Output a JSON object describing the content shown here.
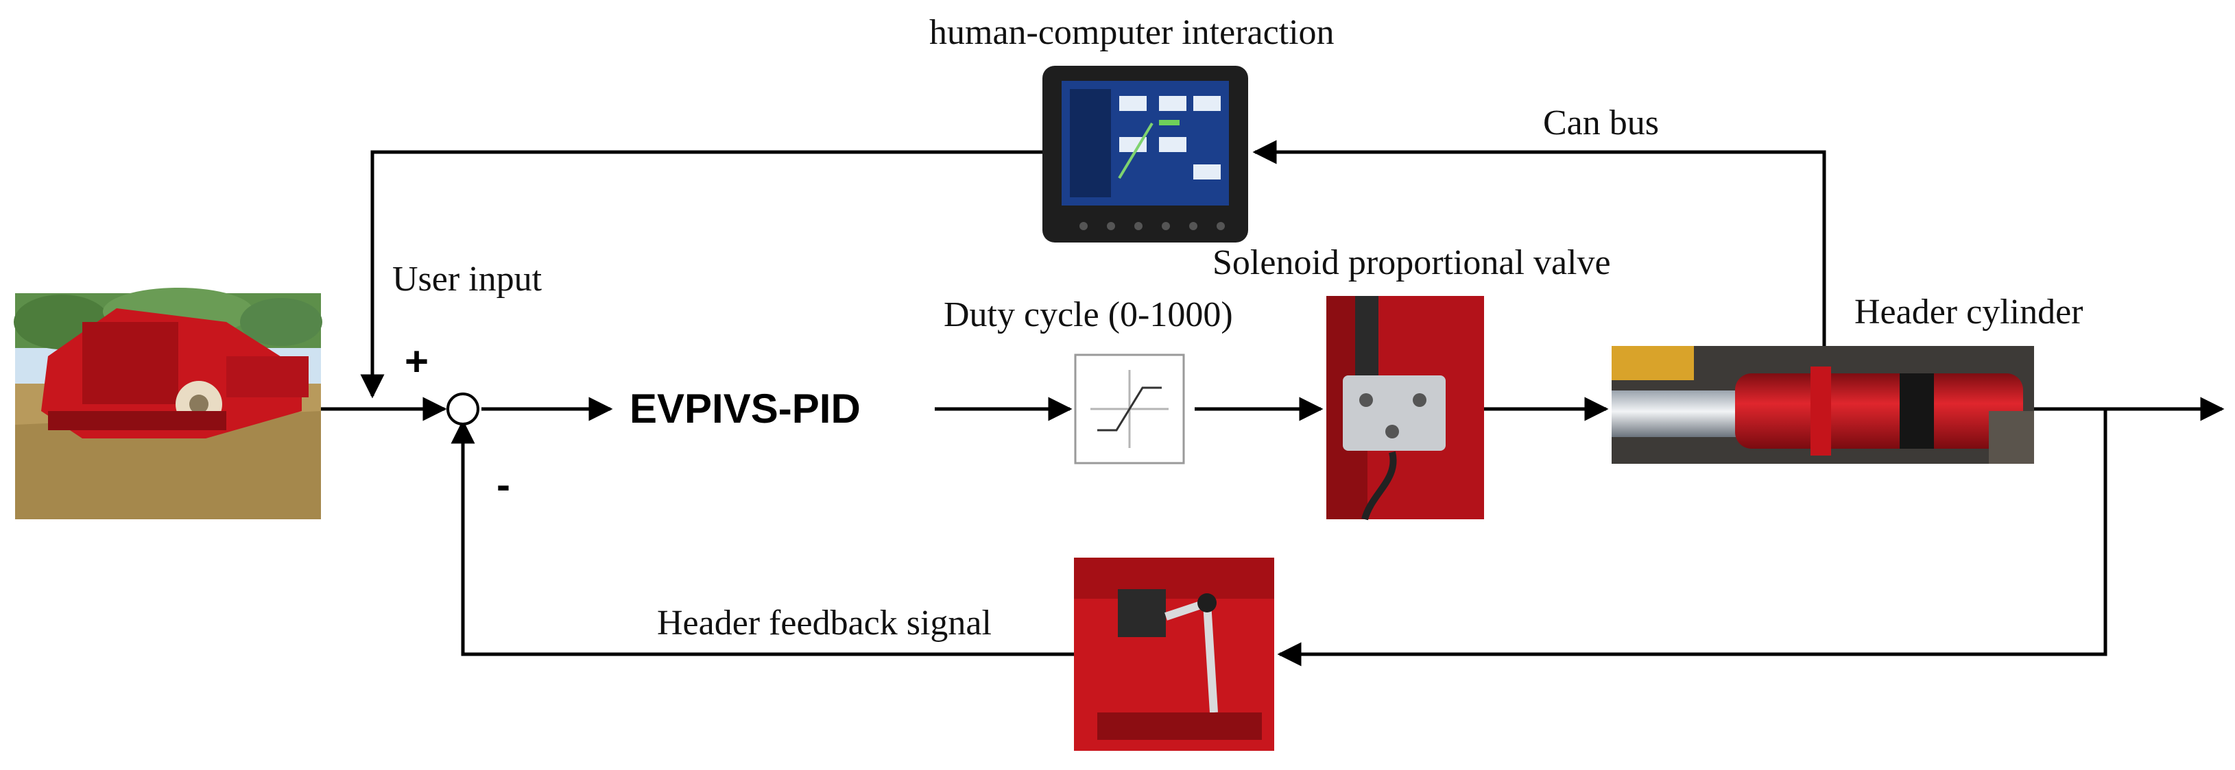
{
  "labels": {
    "hci": "human-computer interaction",
    "can_bus": "Can bus",
    "user_input": "User input",
    "plus": "+",
    "minus": "-",
    "controller": "EVPIVS-PID",
    "duty_cycle": "Duty cycle (0-1000)",
    "valve": "Solenoid proportional valve",
    "cylinder": "Header cylinder",
    "feedback": "Header feedback signal"
  },
  "colors": {
    "machine_red": "#c8161d",
    "wire": "#000000",
    "field": "#b89a5c",
    "sky": "#cfe2f1",
    "screen": "#1b3f8c"
  },
  "icons": [
    "harvester-photo",
    "touchscreen-photo",
    "saturation-block-icon",
    "valve-photo",
    "cylinder-photo",
    "sensor-photo",
    "summing-junction"
  ]
}
